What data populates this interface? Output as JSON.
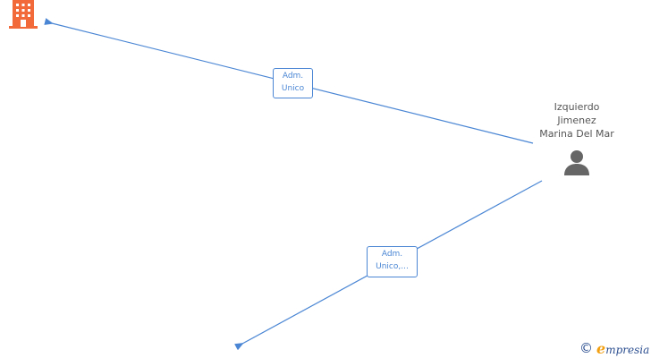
{
  "colors": {
    "edge": "#4a86d4",
    "company_active": "#f26a3a",
    "company_inactive": "#777777",
    "person": "#666666",
    "brand_blue": "#2a4d8f",
    "brand_orange": "#f2a012"
  },
  "nodes": {
    "person": {
      "name_lines": [
        "Izquierdo",
        "Jimenez",
        "Marina Del Mar"
      ],
      "icon": "person-icon"
    },
    "company_top": {
      "icon": "building-icon"
    },
    "company_bottom": {
      "icon": "building-icon"
    }
  },
  "edges": [
    {
      "from": "person",
      "to": "company_top",
      "label_lines": [
        "Adm.",
        "Unico"
      ]
    },
    {
      "from": "person",
      "to": "company_bottom",
      "label_lines": [
        "Adm.",
        "Unico,..."
      ]
    }
  ],
  "footer": {
    "copyright_symbol": "©",
    "brand_initial": "e",
    "brand_rest": "mpresia"
  }
}
